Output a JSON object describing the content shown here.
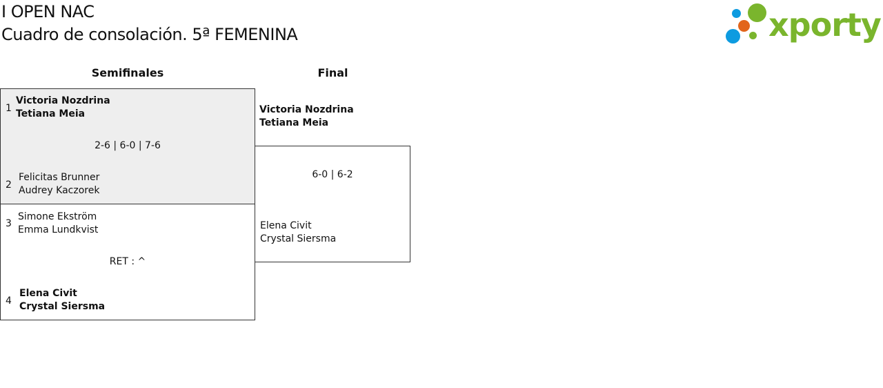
{
  "header": {
    "tournament": "I OPEN NAC",
    "draw": "Cuadro de consolación. 5ª FEMENINA",
    "logo_text": "xporty"
  },
  "rounds": [
    "Semifinales",
    "Final"
  ],
  "semifinals": [
    {
      "seed_a": "1",
      "team_a": [
        "Victoria Nozdrina",
        "Tetiana Meia"
      ],
      "score": "2-6 | 6-0 | 7-6",
      "seed_b": "2",
      "team_b": [
        "Felicitas Brunner",
        "Audrey Kaczorek"
      ]
    },
    {
      "seed_a": "3",
      "team_a": [
        "Simone Ekström",
        "Emma Lundkvist"
      ],
      "score": "RET : ^",
      "seed_b": "4",
      "team_b": [
        "Elena Civit",
        "Crystal Siersma"
      ]
    }
  ],
  "final": {
    "team_a": [
      "Victoria Nozdrina",
      "Tetiana Meia"
    ],
    "score": "6-0 | 6-2",
    "team_b": [
      "Elena Civit",
      "Crystal Siersma"
    ]
  },
  "colors": {
    "highlight_bg": "#eeeeee",
    "logo_green": "#7ab52d",
    "logo_blue": "#0d9be0",
    "logo_orange": "#e2651b"
  }
}
